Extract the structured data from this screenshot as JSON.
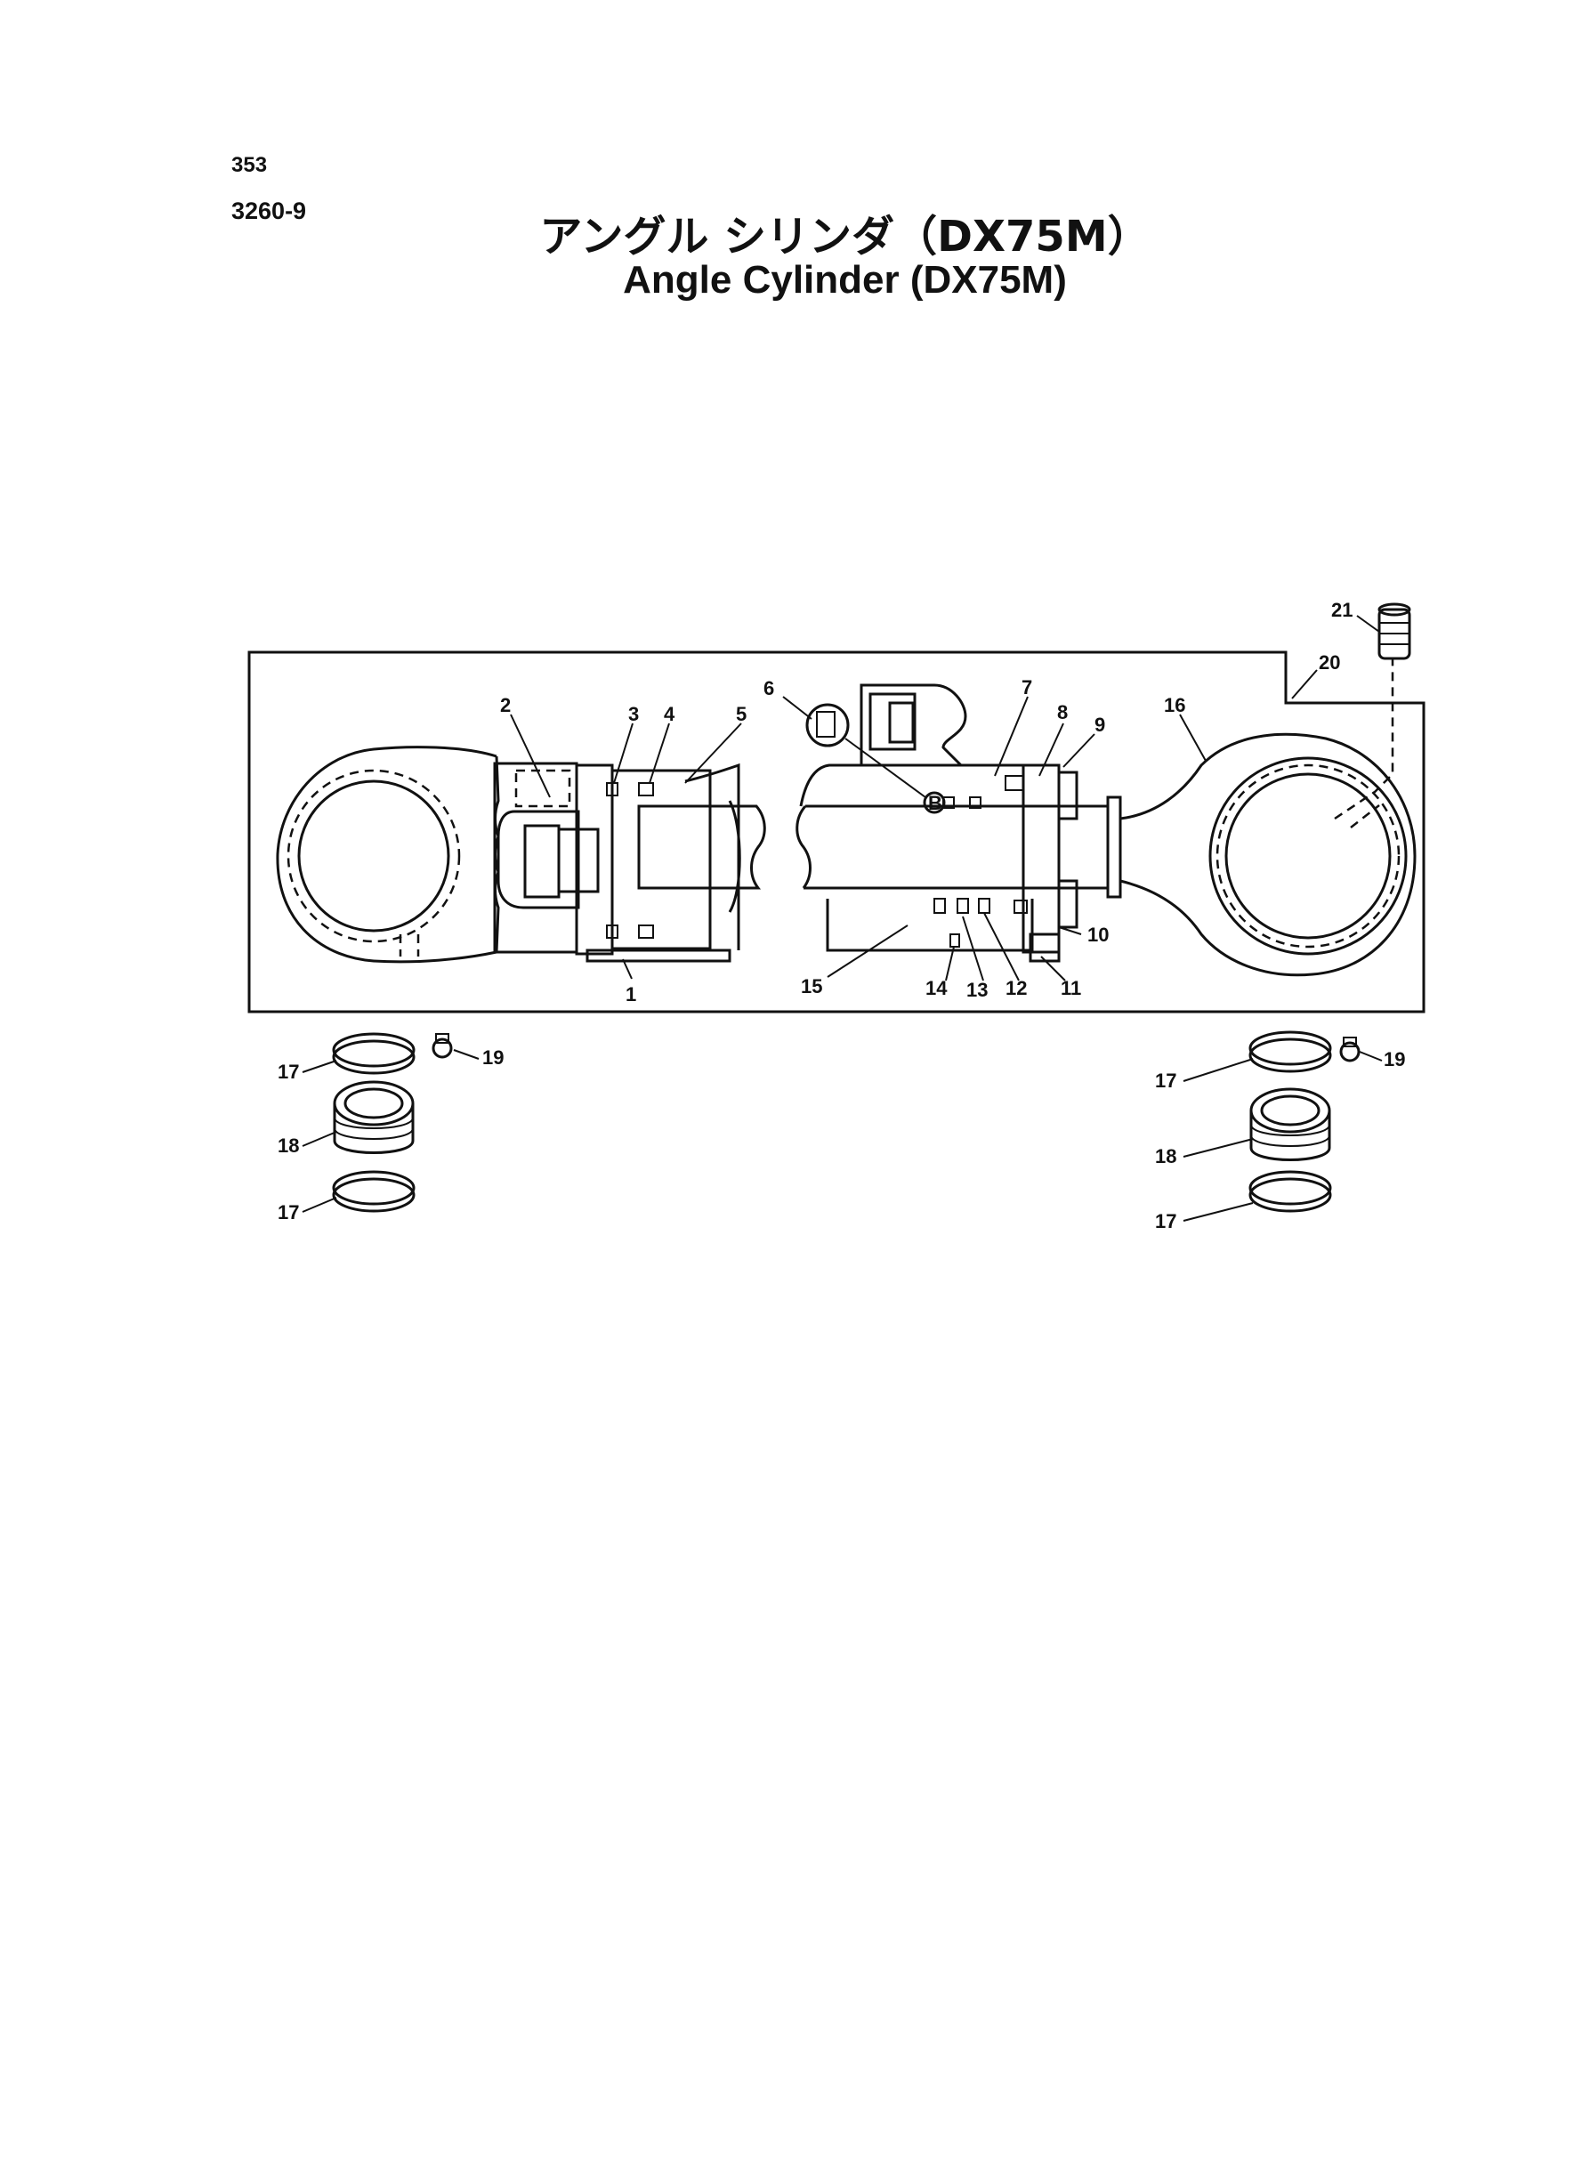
{
  "page": {
    "page_number": "353",
    "figure_number": "3260-9",
    "title_ja": "アングル シリンダ（DX75M）",
    "title_en": "Angle Cylinder (DX75M)"
  },
  "callouts": [
    {
      "id": "c1",
      "label": "1"
    },
    {
      "id": "c2",
      "label": "2"
    },
    {
      "id": "c3",
      "label": "3"
    },
    {
      "id": "c4",
      "label": "4"
    },
    {
      "id": "c5",
      "label": "5"
    },
    {
      "id": "c6",
      "label": "6"
    },
    {
      "id": "c7",
      "label": "7"
    },
    {
      "id": "c8",
      "label": "8"
    },
    {
      "id": "c9",
      "label": "9"
    },
    {
      "id": "c10",
      "label": "10"
    },
    {
      "id": "c11",
      "label": "11"
    },
    {
      "id": "c12",
      "label": "12"
    },
    {
      "id": "c13",
      "label": "13"
    },
    {
      "id": "c14",
      "label": "14"
    },
    {
      "id": "c15",
      "label": "15"
    },
    {
      "id": "c16",
      "label": "16"
    },
    {
      "id": "c17a",
      "label": "17"
    },
    {
      "id": "c17b",
      "label": "17"
    },
    {
      "id": "c17c",
      "label": "17"
    },
    {
      "id": "c17d",
      "label": "17"
    },
    {
      "id": "c18a",
      "label": "18"
    },
    {
      "id": "c18b",
      "label": "18"
    },
    {
      "id": "c19a",
      "label": "19"
    },
    {
      "id": "c19b",
      "label": "19"
    },
    {
      "id": "c20",
      "label": "20"
    },
    {
      "id": "c21",
      "label": "21"
    }
  ],
  "detail_marker": "B"
}
